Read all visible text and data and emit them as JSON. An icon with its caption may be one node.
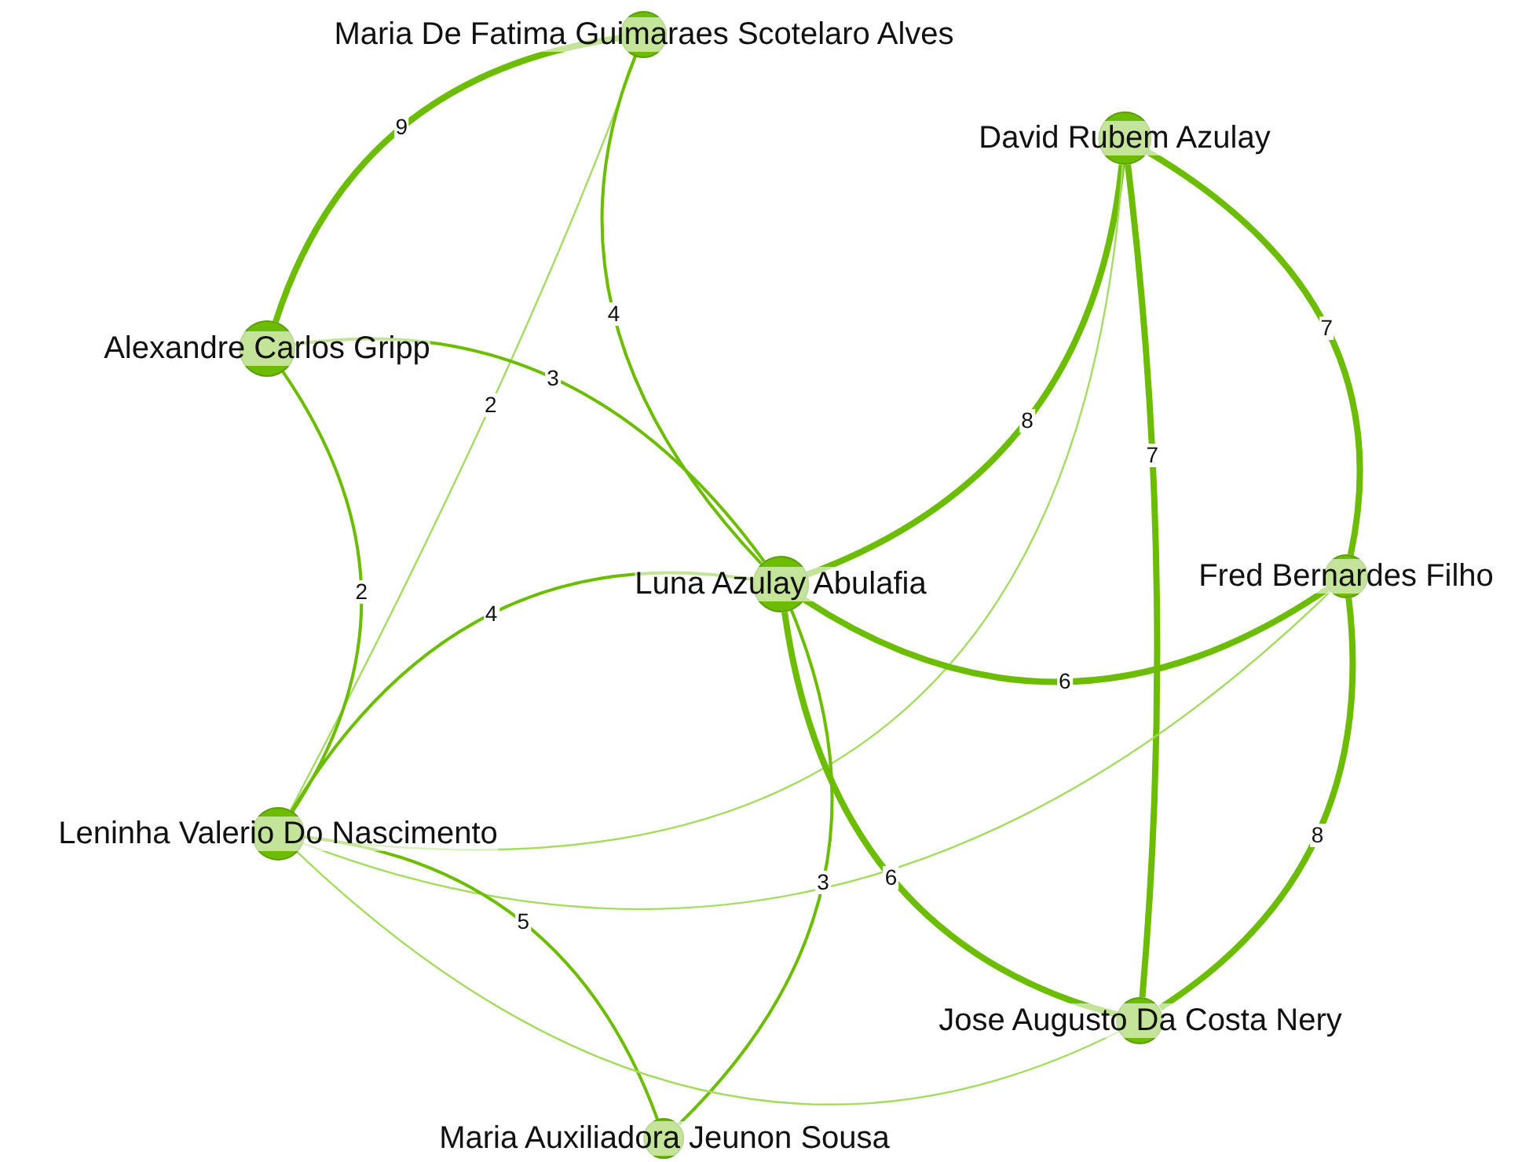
{
  "diagram": {
    "nodes": [
      {
        "text": [
          "Maria De Fatima Guimaraes Scotelaro Alves"
        ]
      },
      {
        "text": [
          "David Rubem Azulay"
        ]
      },
      {
        "text": [
          "Alexandre Carlos Gripp"
        ]
      },
      {
        "text": [
          "Luna Azulay Abulafia"
        ]
      },
      {
        "text": [
          "Fred Bernardes Filho"
        ]
      },
      {
        "text": [
          "Leninha Valerio Do Nascimento"
        ]
      },
      {
        "text": [
          "Jose Augusto Da Costa Nery"
        ]
      },
      {
        "text": [
          "Maria Auxiliadora Jeunon Sousa"
        ]
      }
    ],
    "edges": [
      {
        "from": 0,
        "to": 2,
        "arrow": "none",
        "label": "9",
        "style": "thick"
      },
      {
        "from": 0,
        "to": 5,
        "arrow": "none",
        "label": "2",
        "color": "#a6db62"
      },
      {
        "from": 0,
        "to": 3,
        "arrow": "none",
        "label": "4"
      },
      {
        "from": 2,
        "to": 3,
        "arrow": "none",
        "label": "3"
      },
      {
        "from": 2,
        "to": 5,
        "arrow": "none",
        "label": "2"
      },
      {
        "from": 1,
        "to": 3,
        "arrow": "none",
        "label": "8",
        "style": "thick"
      },
      {
        "from": 1,
        "to": 5,
        "arrow": "none",
        "color": "#a6db62"
      },
      {
        "from": 1,
        "to": 6,
        "arrow": "none",
        "label": "7",
        "style": "thick"
      },
      {
        "from": 1,
        "to": 4,
        "arrow": "none",
        "label": "7",
        "style": "thick"
      },
      {
        "from": 3,
        "to": 4,
        "arrow": "none",
        "label": "6",
        "style": "thick"
      },
      {
        "from": 3,
        "to": 5,
        "arrow": "none",
        "label": "4"
      },
      {
        "from": 3,
        "to": 6,
        "arrow": "none",
        "label": "6",
        "style": "thick"
      },
      {
        "from": 3,
        "to": 7,
        "arrow": "none",
        "label": "3"
      },
      {
        "from": 4,
        "to": 6,
        "arrow": "none",
        "label": "8",
        "style": "thick"
      },
      {
        "from": 4,
        "to": 5,
        "arrow": "none",
        "color": "#a6db62"
      },
      {
        "from": 5,
        "to": 7,
        "arrow": "none",
        "label": "5"
      },
      {
        "from": 5,
        "to": 6,
        "arrow": "none",
        "color": "#a6db62"
      }
    ]
  }
}
